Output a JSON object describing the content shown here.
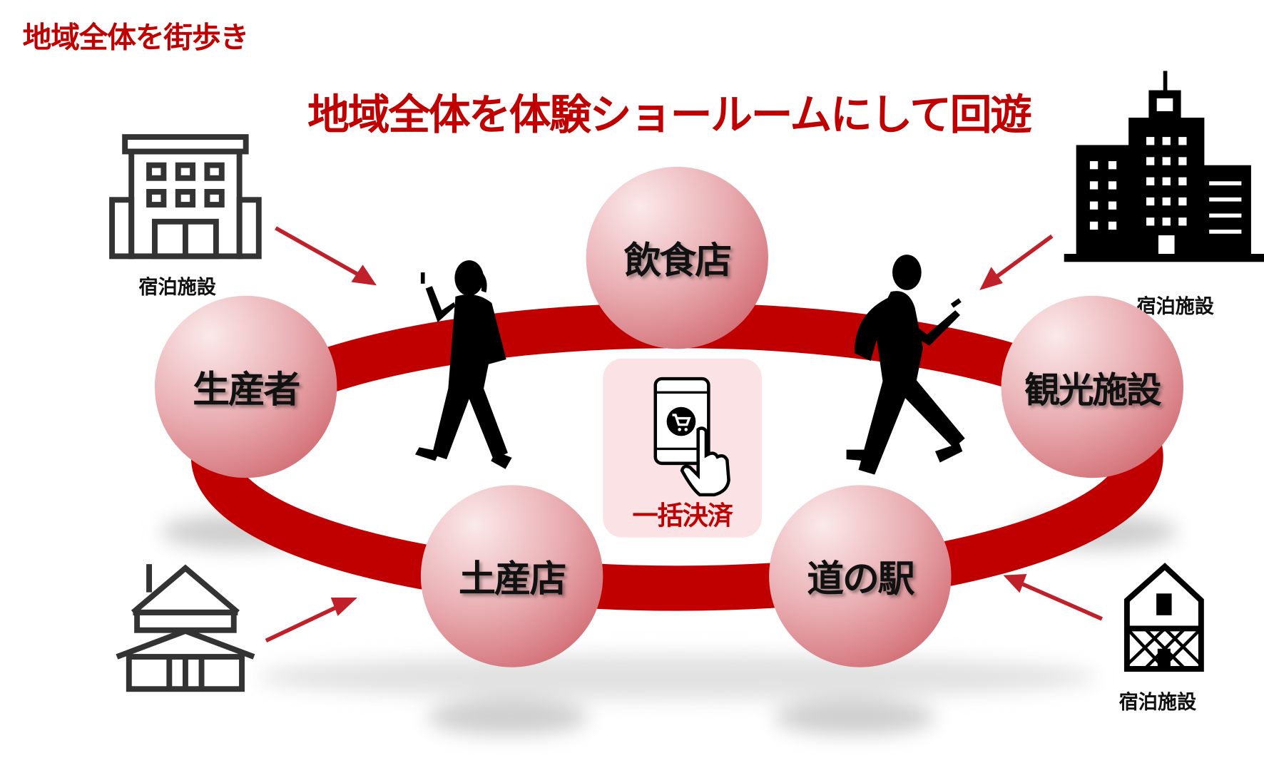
{
  "corner_title": "地域全体を街歩き",
  "main_title": "地域全体を体験ショールームにして回遊",
  "nodes": {
    "restaurant": "飲食店",
    "producer": "生産者",
    "sightseeing": "観光施設",
    "souvenir": "土産店",
    "roadside_station": "道の駅"
  },
  "center": {
    "label": "一括決済",
    "icon": "smartphone-cart-tap-icon"
  },
  "accommodations": {
    "top_left": "宿泊施設",
    "top_right": "宿泊施設",
    "bottom_right": "宿泊施設"
  },
  "colors": {
    "accent": "#c00000",
    "ring": "#c00000",
    "center_bg": "#fbe3e5"
  }
}
